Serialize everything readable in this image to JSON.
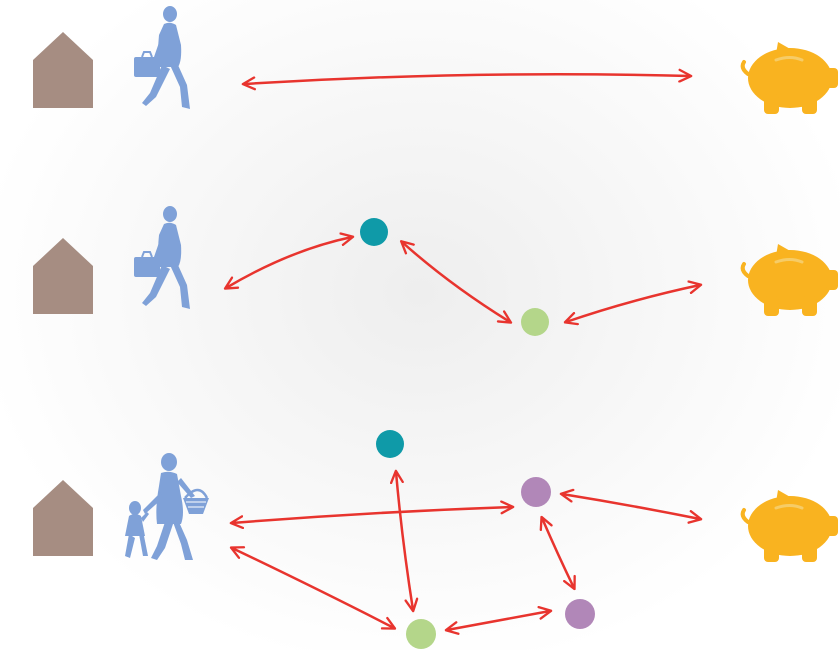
{
  "diagram": {
    "kind": "commute-patterns",
    "icons": {
      "home": "house-icon",
      "person": "walking-person-icon",
      "parent_child": "parent-with-child-icon",
      "destination": "piggy-bank-icon",
      "stop": "circle-dot-icon"
    },
    "colors": {
      "house": "#a68d82",
      "person": "#7fa1d8",
      "piggy": "#f9b320",
      "arrow": "#e8342e",
      "dot_teal": "#0f9aa8",
      "dot_green": "#b4d68a",
      "dot_purple": "#b187b8"
    },
    "rows": [
      {
        "id": "single-trip",
        "traveler": "walking-person-icon",
        "stops": [],
        "links": [
          [
            "person",
            "piggy"
          ]
        ]
      },
      {
        "id": "two-stop-trip",
        "traveler": "walking-person-icon",
        "stops": [
          {
            "id": "teal",
            "color": "dot_teal"
          },
          {
            "id": "green",
            "color": "dot_green"
          }
        ],
        "links": [
          [
            "person",
            "teal"
          ],
          [
            "teal",
            "green"
          ],
          [
            "green",
            "piggy"
          ]
        ]
      },
      {
        "id": "multi-stop-trip",
        "traveler": "parent-with-child-icon",
        "stops": [
          {
            "id": "teal",
            "color": "dot_teal"
          },
          {
            "id": "purple-1",
            "color": "dot_purple"
          },
          {
            "id": "purple-2",
            "color": "dot_purple"
          },
          {
            "id": "green",
            "color": "dot_green"
          }
        ],
        "links": [
          [
            "person",
            "purple-1"
          ],
          [
            "purple-1",
            "piggy"
          ],
          [
            "person",
            "green"
          ],
          [
            "green",
            "teal"
          ],
          [
            "green",
            "purple-2"
          ],
          [
            "purple-1",
            "purple-2"
          ]
        ]
      }
    ]
  }
}
